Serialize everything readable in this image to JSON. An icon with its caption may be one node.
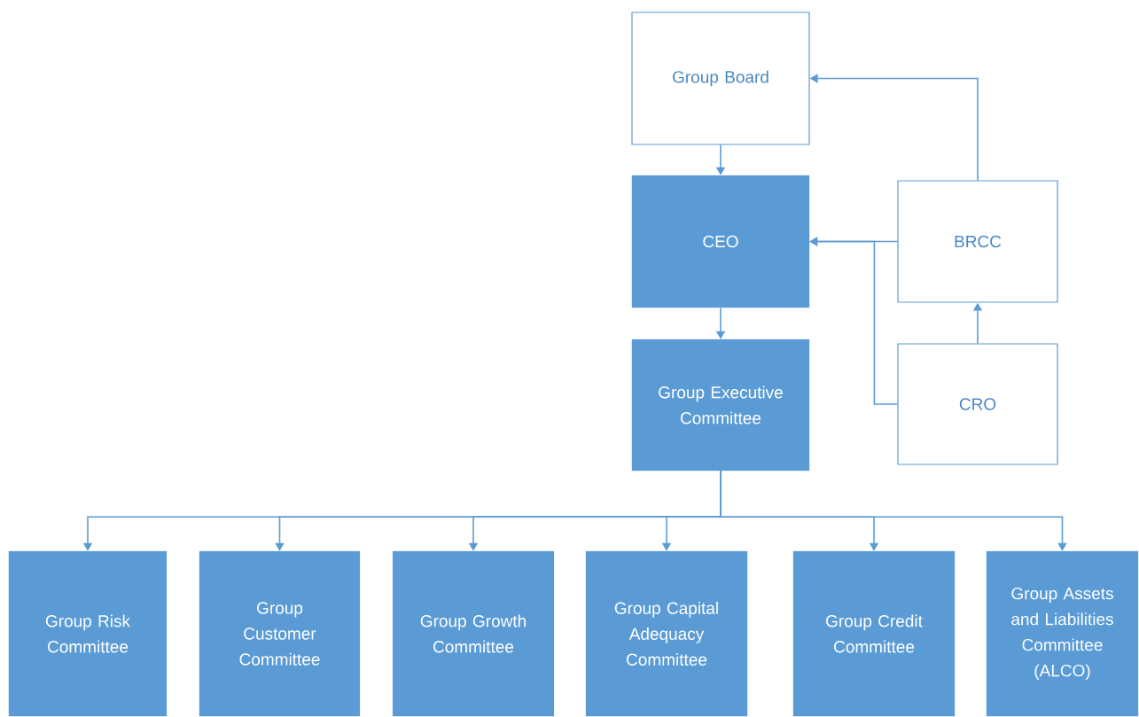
{
  "diagram": {
    "nodes": [
      {
        "text": [
          "Group Board"
        ]
      },
      {
        "text": [
          "CEO"
        ]
      },
      {
        "text": [
          "Group Executive Committee"
        ]
      },
      {
        "text": [
          "BRCC"
        ]
      },
      {
        "text": [
          "CRO"
        ]
      },
      {
        "text": [
          "Group Risk Committee"
        ]
      },
      {
        "text": [
          "Group Customer Committee"
        ]
      },
      {
        "text": [
          "Group Growth Committee"
        ]
      },
      {
        "text": [
          "Group Capital Adequacy Committee"
        ]
      },
      {
        "text": [
          "Group Credit Committee"
        ]
      },
      {
        "text": [
          "Group Assets and Liabilities Committee (ALCO)"
        ]
      }
    ],
    "edges": [
      {
        "from": 0,
        "to": 1,
        "arrow": "to"
      },
      {
        "from": 1,
        "to": 2,
        "arrow": "to"
      },
      {
        "from": 3,
        "to": 0,
        "arrow": "to"
      },
      {
        "from": 3,
        "to": 1,
        "arrow": "to"
      },
      {
        "from": 4,
        "to": 3,
        "arrow": "to"
      },
      {
        "from": 4,
        "to": 1,
        "arrow": "to"
      },
      {
        "from": 2,
        "to": 5,
        "arrow": "to"
      },
      {
        "from": 2,
        "to": 6,
        "arrow": "to"
      },
      {
        "from": 2,
        "to": 7,
        "arrow": "to"
      },
      {
        "from": 2,
        "to": 8,
        "arrow": "to"
      },
      {
        "from": 2,
        "to": 9,
        "arrow": "to"
      },
      {
        "from": 2,
        "to": 10,
        "arrow": "to"
      }
    ]
  }
}
